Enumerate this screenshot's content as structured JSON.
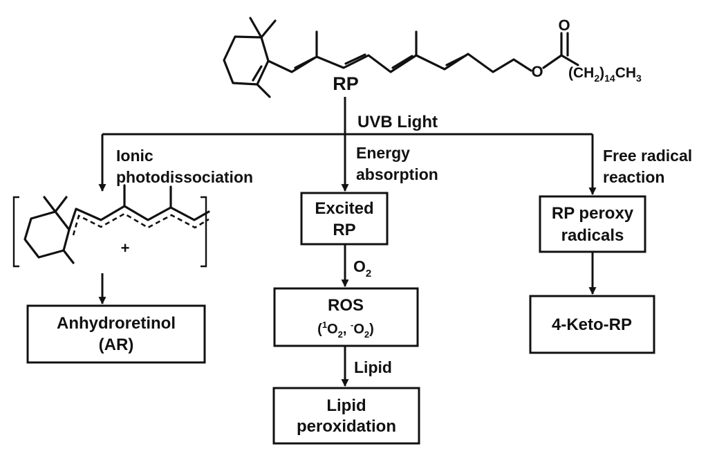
{
  "reactant": {
    "label": "RP",
    "carbonyl_oxygen": "O",
    "ester_oxygen": "O",
    "chain": {
      "left": "(CH",
      "sub1": "2",
      "mid": ")",
      "sub2": "14",
      "right": "CH",
      "sub3": "3"
    }
  },
  "trigger": "UVB Light",
  "pathways": {
    "ionic": {
      "label_line1": "Ionic",
      "label_line2": "photodissociation",
      "cation_charge": "+",
      "product_line1": "Anhydroretinol",
      "product_line2": "(AR)"
    },
    "energy": {
      "label_line1": "Energy",
      "label_line2": "absorption",
      "excited_line1": "Excited",
      "excited_line2": "RP",
      "oxygen": {
        "symbol": "O",
        "sub": "2"
      },
      "ros_title": "ROS",
      "ros_formula": {
        "open": "(",
        "sup1": "1",
        "o1": "O",
        "sub1": "2",
        "sep": ", ",
        "sup2": "-",
        "o2": "O",
        "sub2": "2",
        "close": ")"
      },
      "lipid_label": "Lipid",
      "final_line1": "Lipid",
      "final_line2": "peroxidation"
    },
    "radical": {
      "label_line1": "Free radical",
      "label_line2": "reaction",
      "box_line1": "RP peroxy",
      "box_line2": "radicals",
      "product": "4-Keto-RP"
    }
  }
}
